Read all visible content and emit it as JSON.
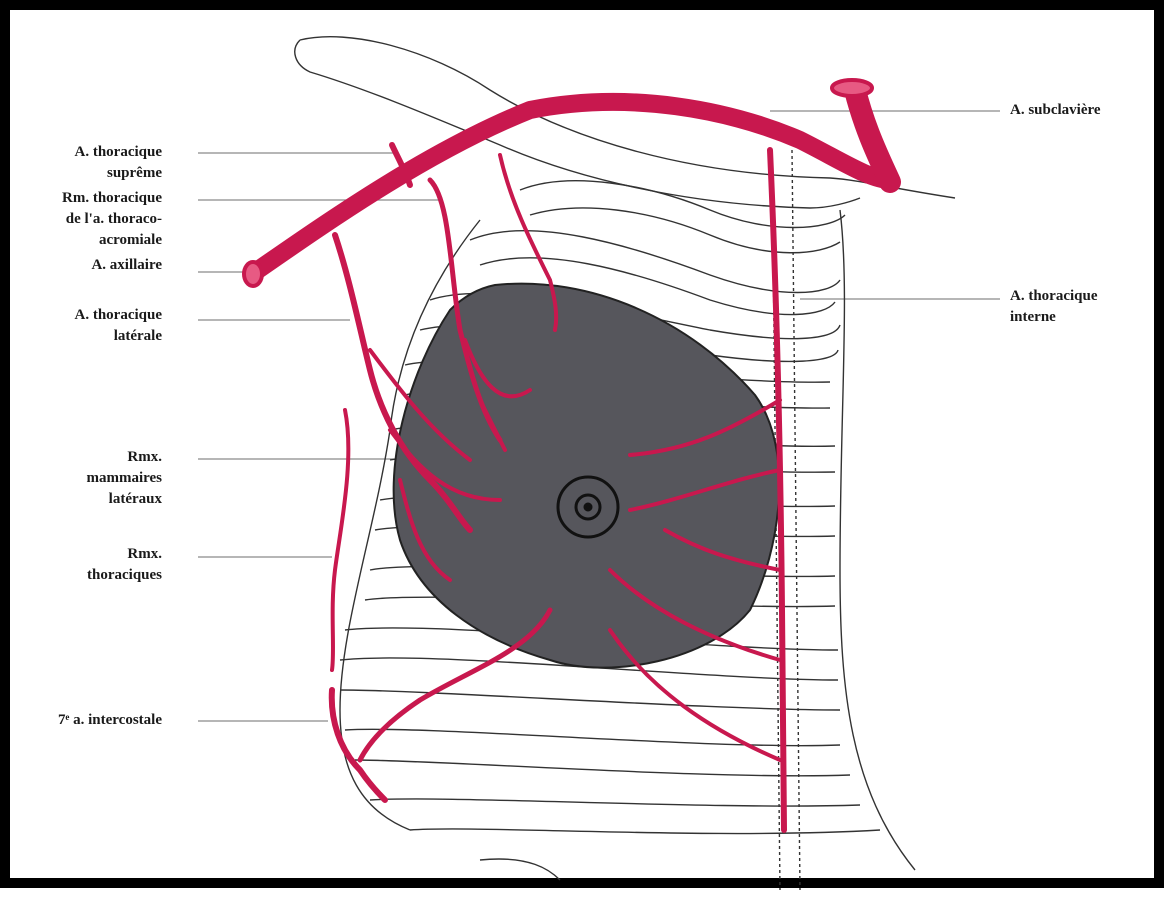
{
  "colors": {
    "artery": "#c8184e",
    "breast": "#56565c",
    "outline": "#222222",
    "frame": "#000000"
  },
  "labels": {
    "subclavian": "A. subclavière",
    "supreme_1": "A. thoracique",
    "supreme_2": "suprême",
    "acromial_1": "Rm. thoracique",
    "acromial_2": "de l'a. thoraco-",
    "acromial_3": "acromiale",
    "axillary": "A. axillaire",
    "lateral_1": "A. thoracique",
    "lateral_2": "latérale",
    "internal_1": "A. thoracique",
    "internal_2": "interne",
    "mammary_1": "Rmx.",
    "mammary_2": "mammaires",
    "mammary_3": "latéraux",
    "thoracic_1": "Rmx.",
    "thoracic_2": "thoraciques",
    "intercostal": "7ᵉ a. intercostale"
  }
}
